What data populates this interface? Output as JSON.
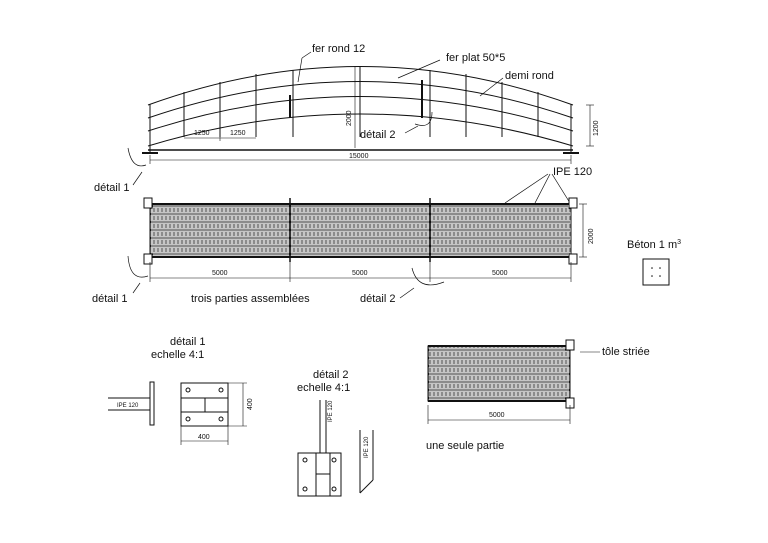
{
  "labels": {
    "fer_rond": "fer rond 12",
    "fer_plat": "fer plat 50*5",
    "demi_rond": "demi rond",
    "detail2_top": "détail 2",
    "detail1_top": "détail 1",
    "ipe_top": "IPE 120",
    "beton": "Béton 1 m",
    "beton_sup": "3",
    "detail1_mid": "détail 1",
    "trois_parties": "trois parties assemblées",
    "detail2_mid": "détail 2",
    "detail1_title": "détail 1",
    "detail1_scale": "echelle 4:1",
    "detail2_title": "détail 2",
    "detail2_scale": "echelle 4:1",
    "tole": "tôle striée",
    "une_seule": "une seule partie",
    "ipe_d1": "IPE 120",
    "ipe_d2a": "IPE 120",
    "ipe_d2b": "IPE 120"
  },
  "dims": {
    "d1250a": "1250",
    "d1250b": "1250",
    "d2000": "2000",
    "d1200": "1200",
    "d15000": "15000",
    "d2000b": "2000",
    "d5000a": "5000",
    "d5000b": "5000",
    "d5000c": "5000",
    "d400v": "400",
    "d400h": "400",
    "d5000single": "5000"
  }
}
